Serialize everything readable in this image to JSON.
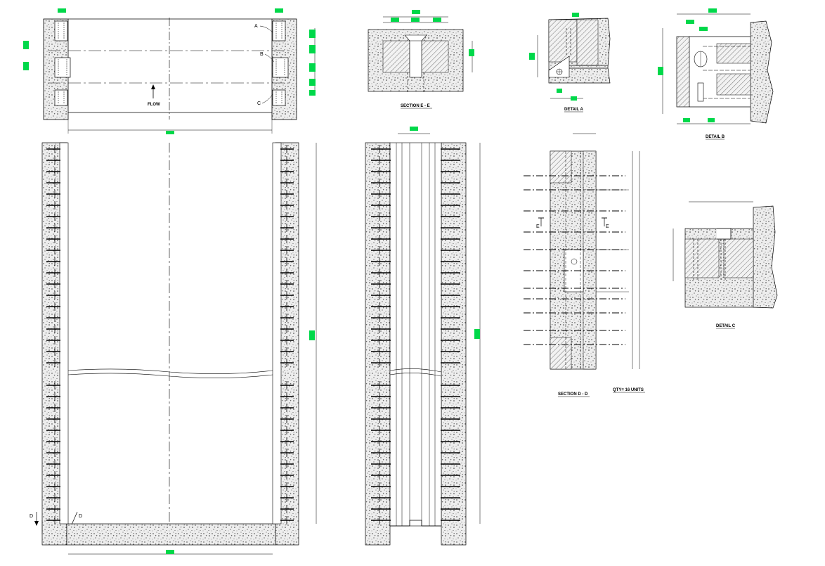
{
  "colors": {
    "line": "#000000",
    "concrete_fill": "#e9e9e9",
    "hatch": "#555555",
    "dim_box": "#00d84a",
    "background": "#ffffff"
  },
  "labels": {
    "section_ee": "SECTION E - E",
    "detail_a": "DETAIL A",
    "detail_b": "DETAIL B",
    "detail_c": "DETAIL C",
    "section_dd": "SECTION D - D",
    "qty": "QTY= 16 UNITS",
    "flow": "FLOW"
  },
  "callouts": {
    "a": "A",
    "b": "B",
    "c": "C",
    "d_left": "D",
    "d_right": "D",
    "e_left": "E",
    "e_right": "E"
  },
  "icons": [
    "flow-arrow-icon",
    "section-cut-arrow-icon",
    "hole-circle-icon"
  ]
}
